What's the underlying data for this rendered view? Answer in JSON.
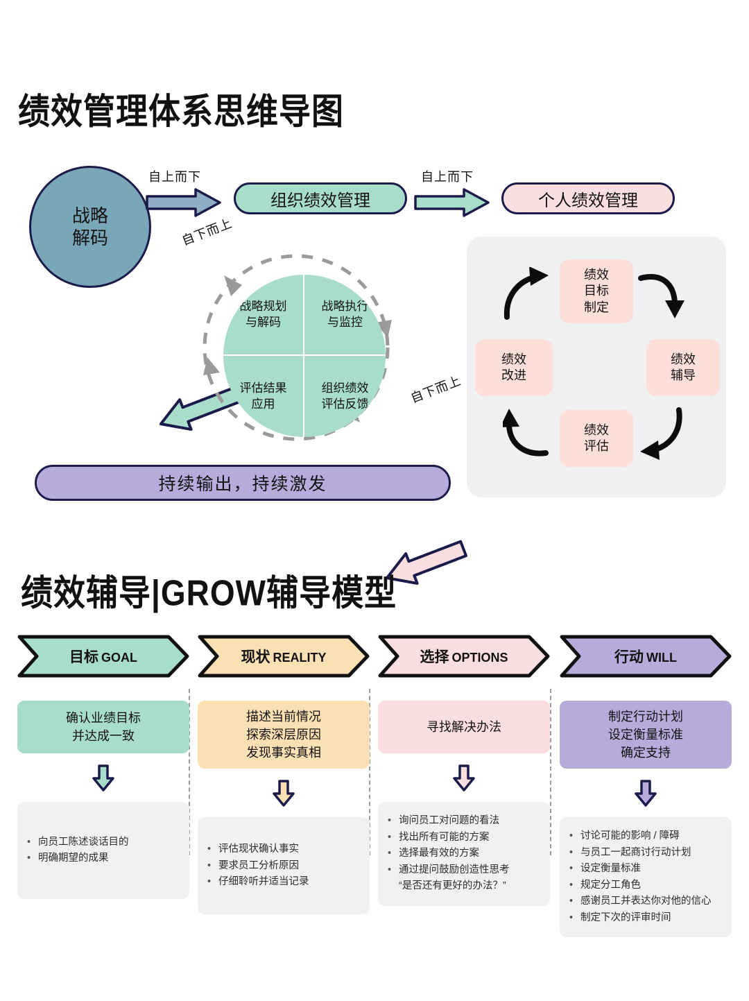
{
  "titles": {
    "section1": "绩效管理体系思维导图",
    "section2": "绩效辅导|GROW辅导模型"
  },
  "colors": {
    "outline": "#1b1b4b",
    "strategy_circle": "#7aa7b7",
    "mint": "#a8ddca",
    "pink": "#fbdfe0",
    "purple": "#b7abdc",
    "orange": "#fbe0b4",
    "panel_gray": "#f0f0f0",
    "detail_gray": "#f1f1f1",
    "arrow_blue": "#8fadc4"
  },
  "mindmap": {
    "strategy_node": "战略\n解码",
    "org_node": "组织绩效管理",
    "individual_node": "个人绩效管理",
    "footer_bar": "持续输出，持续激发",
    "label_top_down_1": "自上而下",
    "label_top_down_2": "自上而下",
    "label_bottom_up_1": "自下而上",
    "label_bottom_up_2": "自下而上",
    "quadrants": [
      "战略规划\n与解码",
      "战略执行\n与监控",
      "评估结果\n应用",
      "组织绩效\n评估反馈"
    ],
    "cycle": {
      "top": "绩效\n目标\n制定",
      "right": "绩效\n辅导",
      "bottom": "绩效\n评估",
      "left": "绩效\n改进"
    }
  },
  "grow": {
    "columns": [
      {
        "stage_cn": "目标",
        "stage_en": "GOAL",
        "color": "#a8ddca",
        "summary": "确认业绩目标\n并达成一致",
        "details": [
          "向员工陈述谈话目的",
          "明确期望的成果"
        ]
      },
      {
        "stage_cn": "现状",
        "stage_en": "REALITY",
        "color": "#fbe0b4",
        "summary": "描述当前情况\n探索深层原因\n发现事实真相",
        "details": [
          "评估现状确认事实",
          "要求员工分析原因",
          "仔细聆听并适当记录"
        ]
      },
      {
        "stage_cn": "选择",
        "stage_en": "OPTIONS",
        "color": "#fbdfe0",
        "summary": "寻找解决办法",
        "details": [
          "询问员工对问题的看法",
          "找出所有可能的方案",
          "选择最有效的方案",
          "通过提问鼓励创造性思考"
        ],
        "detail_continuation": "“是否还有更好的办法？”"
      },
      {
        "stage_cn": "行动",
        "stage_en": "WILL",
        "color": "#b7abdc",
        "summary": "制定行动计划\n设定衡量标准\n确定支持",
        "details": [
          "讨论可能的影响 / 障碍",
          "与员工一起商讨行动计划",
          "设定衡量标准",
          "规定分工角色",
          "感谢员工并表达你对他的信心",
          "制定下次的评审时间"
        ]
      }
    ]
  }
}
